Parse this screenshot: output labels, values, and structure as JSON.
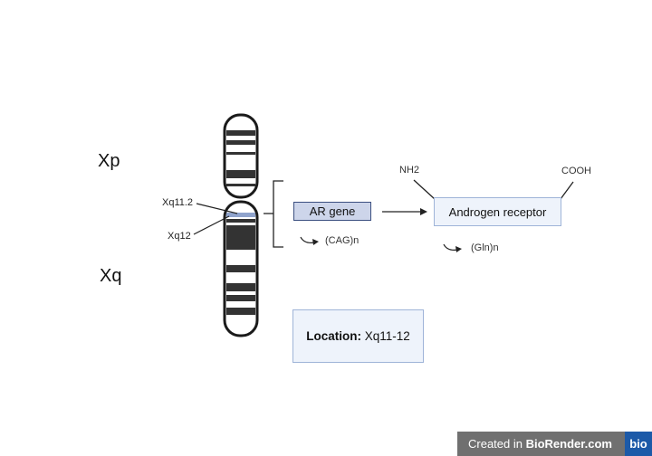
{
  "labels": {
    "xp": "Xp",
    "xq": "Xq",
    "band_xq11_2": "Xq11.2",
    "band_xq12": "Xq12",
    "nh2": "NH2",
    "cooh": "COOH",
    "cag_repeat": "(CAG)n",
    "gln_repeat": "(Gln)n"
  },
  "boxes": {
    "gene": "AR gene",
    "protein": "Androgen receptor",
    "location_key": "Location:",
    "location_value": " Xq11-12"
  },
  "badge": {
    "prefix": "Created in ",
    "brand": "BioRender.com",
    "logo": "bio"
  },
  "colors": {
    "chromosome_outline": "#1a1a1a",
    "dark_band": "#333333",
    "highlight_band": "#8fa3cc",
    "gene_box_fill": "#cdd5ea",
    "protein_box_fill": "#eef3fb",
    "badge_bg": "#707070",
    "logo_bg": "#1c5aa8"
  }
}
